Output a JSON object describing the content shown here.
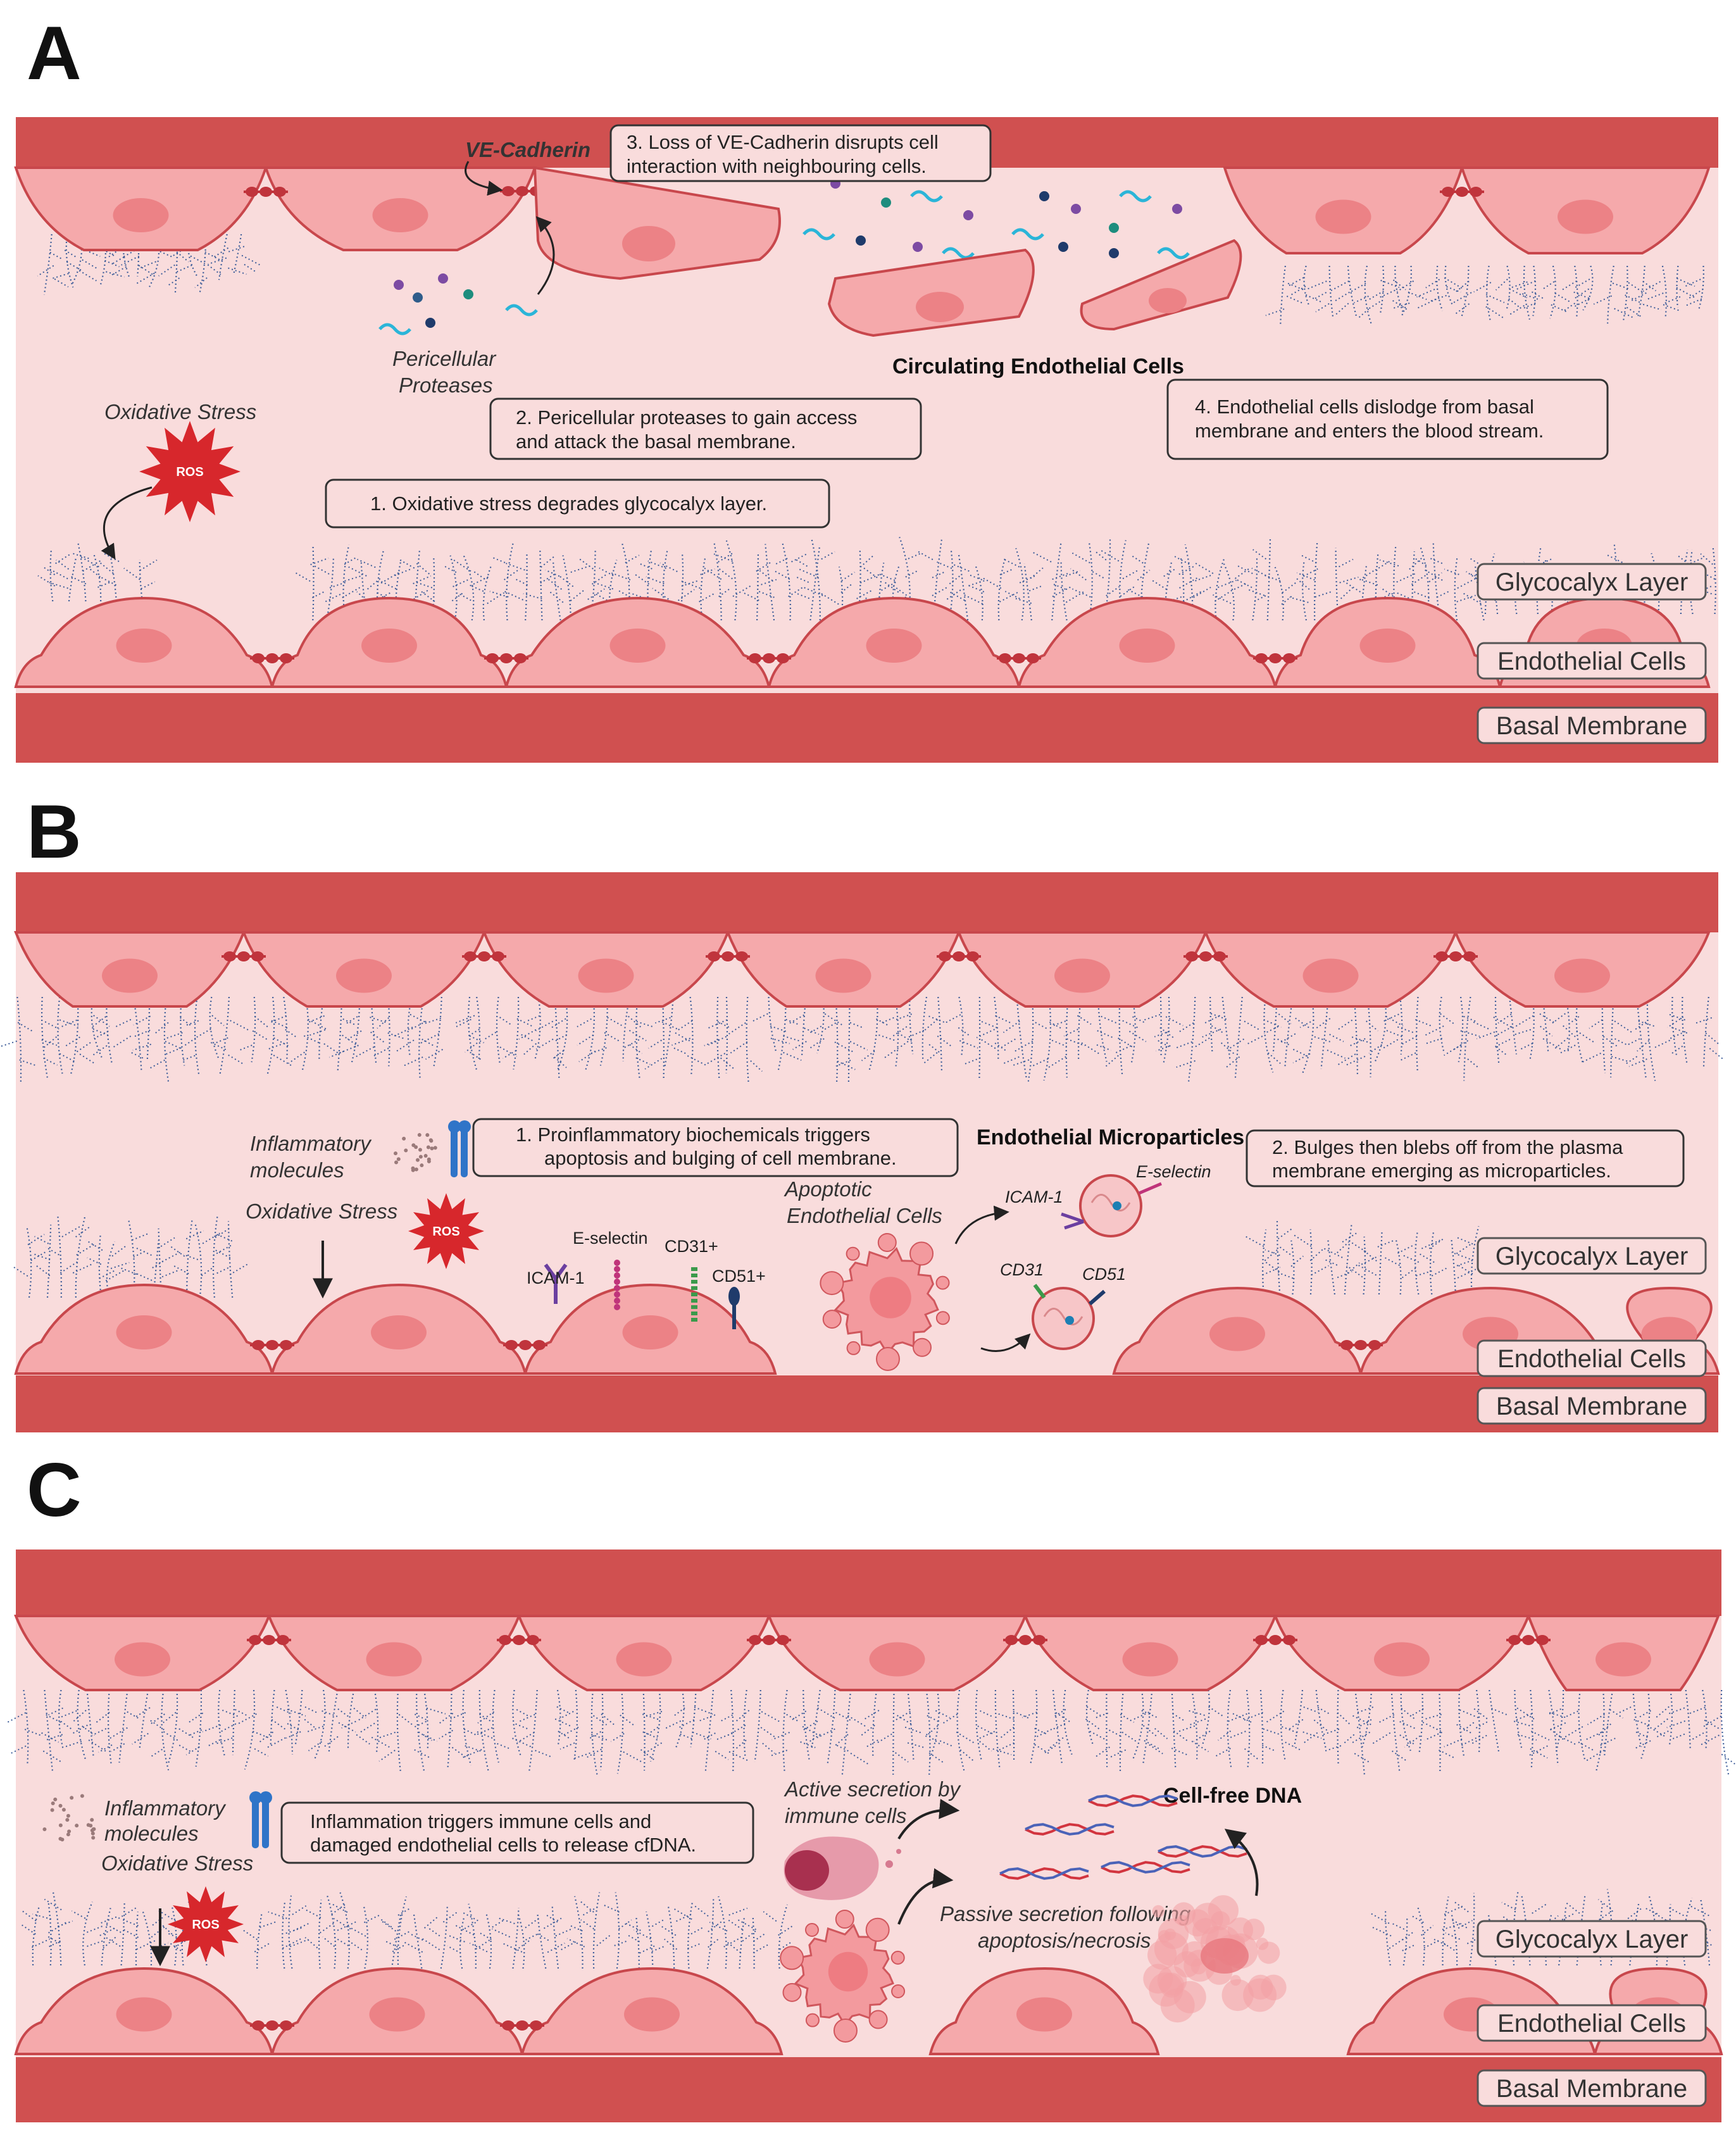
{
  "colors": {
    "lumen": "#f9dcdc",
    "basal": "#d05050",
    "basal_dark": "#b83c3c",
    "cell_fill": "#f5a9ab",
    "cell_stroke": "#c8474c",
    "nucleus": "#ec8286",
    "glycocalyx": "#3f5e9a",
    "ros": "#d7272c",
    "junction": "#c0343c"
  },
  "legend": {
    "glycocalyx": "Glycocalyx Layer",
    "endothelial": "Endothelial Cells",
    "basal": "Basal Membrane"
  },
  "ros_label": "ROS",
  "panel_a": {
    "letter": "A",
    "ve_cadherin": "VE-Cadherin",
    "box3": [
      "3. Loss of VE-Cadherin disrupts cell",
      "interaction with neighbouring cells."
    ],
    "pericellular": [
      "Pericellular",
      "Proteases"
    ],
    "circulating": "Circulating Endothelial Cells",
    "oxidative": "Oxidative Stress",
    "box2": [
      "2. Pericellular proteases to gain access",
      "and attack the basal membrane."
    ],
    "box4": [
      "4. Endothelial cells dislodge from basal",
      "membrane and enters the blood stream."
    ],
    "box1": "1.  Oxidative stress degrades glycocalyx layer."
  },
  "panel_b": {
    "letter": "B",
    "inflammatory": [
      "Inflammatory",
      "molecules"
    ],
    "oxidative": "Oxidative Stress",
    "box1": [
      "1.  Proinflammatory biochemicals triggers",
      "apoptosis and bulging of cell membrane."
    ],
    "microparticles": "Endothelial Microparticles",
    "box2": [
      "2. Bulges then blebs off from the plasma",
      "membrane emerging as microparticles."
    ],
    "apoptotic": [
      "Apoptotic",
      "Endothelial Cells"
    ],
    "markers": {
      "icam": "ICAM-1",
      "eselectin": "E-selectin",
      "cd31": "CD31+",
      "cd51": "CD51+"
    },
    "mp_markers": {
      "eselectin": "E-selectin",
      "icam": "ICAM-1",
      "cd31": "CD31",
      "cd51": "CD51"
    }
  },
  "panel_c": {
    "letter": "C",
    "inflammatory": [
      "Inflammatory",
      "molecules"
    ],
    "oxidative": "Oxidative Stress",
    "box1": [
      "Inflammation triggers immune cells and",
      "damaged endothelial cells to release cfDNA."
    ],
    "active": [
      "Active secretion by",
      "immune cells"
    ],
    "cfdna": "Cell-free DNA",
    "passive": [
      "Passive secretion following",
      "apoptosis/necrosis"
    ]
  }
}
